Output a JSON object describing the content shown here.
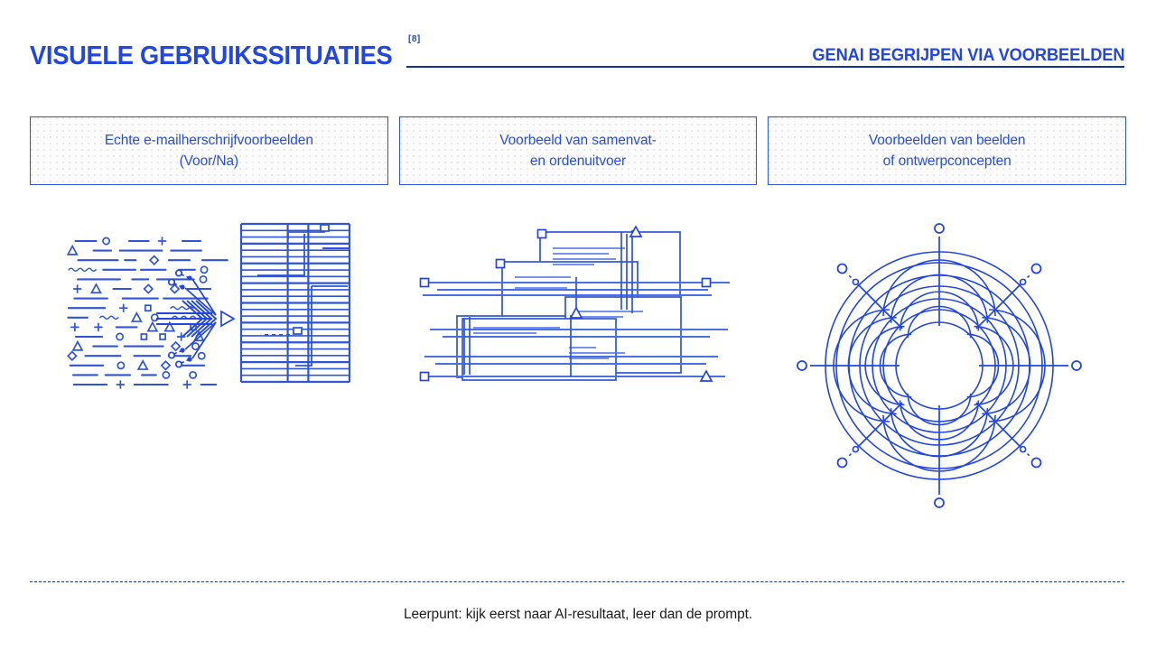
{
  "header": {
    "title": "VISUELE GEBRUIKSSITUATIES",
    "index_badge": "[8]",
    "right_title": "GENAI BEGRIJPEN VIA VOORBEELDEN"
  },
  "cards": [
    {
      "label": "Echte e-mailherschrijfvoorbeelden\n(Voor/Na)",
      "name": "card-email-rewrite"
    },
    {
      "label": "Voorbeeld van samenvat-\nen ordenuitvoer",
      "name": "card-summarize-order"
    },
    {
      "label": "Voorbeelden van beelden\nof ontwerpconcepten",
      "name": "card-image-design"
    }
  ],
  "illustrations": [
    {
      "name": "chaos-to-order-diagram",
      "caption_hidden": "scattered-symbols-arrow-grid"
    },
    {
      "name": "stacked-documents-diagram",
      "caption_hidden": "layered-document-cards"
    },
    {
      "name": "radial-mandala-diagram",
      "caption_hidden": "concentric-circles-spokes"
    }
  ],
  "footer": {
    "note": "Leerpunt: kijk eerst naar AI-resultaat, leer dan de prompt."
  },
  "colors": {
    "brand_blue": "#2346dd",
    "line_blue": "#2f55d4",
    "navy": "#10367f",
    "text_dark": "#1d1d1f",
    "card_bg": "#fbfbfb"
  }
}
